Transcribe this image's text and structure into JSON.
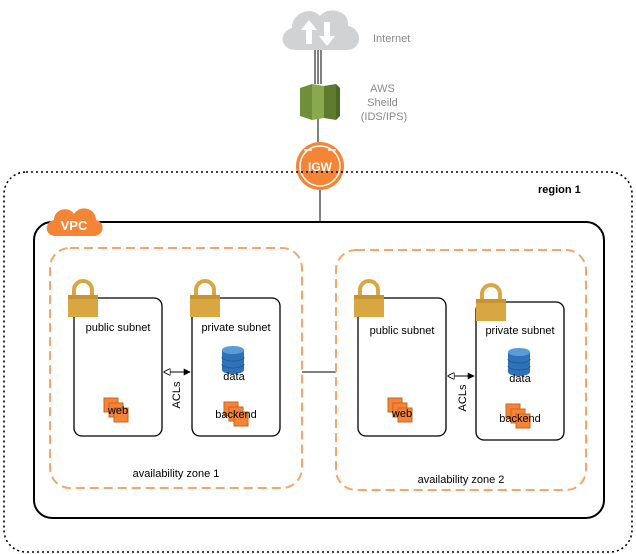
{
  "internet": {
    "label": "Internet",
    "icon": "cloud-icon"
  },
  "shield": {
    "label_lines": [
      "AWS",
      "Sheild",
      "(IDS/IPS)"
    ],
    "icon": "aws-shield-icon"
  },
  "igw": {
    "label": "IGW",
    "icon": "internet-gateway-icon"
  },
  "region": {
    "label": "region 1"
  },
  "vpc": {
    "label": "VPC"
  },
  "zones": [
    {
      "label": "availability zone 1",
      "public_subnet": {
        "label": "public subnet",
        "service": "web"
      },
      "acl_label": "ACLs",
      "private_subnet": {
        "label": "private subnet",
        "db": "data",
        "service": "backend"
      }
    },
    {
      "label": "availability zone 2",
      "public_subnet": {
        "label": "public subnet",
        "service": "web"
      },
      "acl_label": "ACLs",
      "private_subnet": {
        "label": "private subnet",
        "db": "data",
        "service": "backend"
      }
    }
  ],
  "colors": {
    "orange": "#f58536",
    "dashed_orange": "#f5a66b",
    "lock": "#d9a741",
    "lock_dark": "#b8862a",
    "shield_green": "#6f8f3a",
    "db_blue": "#2e73b8",
    "cloud_gray": "#d0d2d3",
    "text_gray": "#8a8a8a"
  }
}
